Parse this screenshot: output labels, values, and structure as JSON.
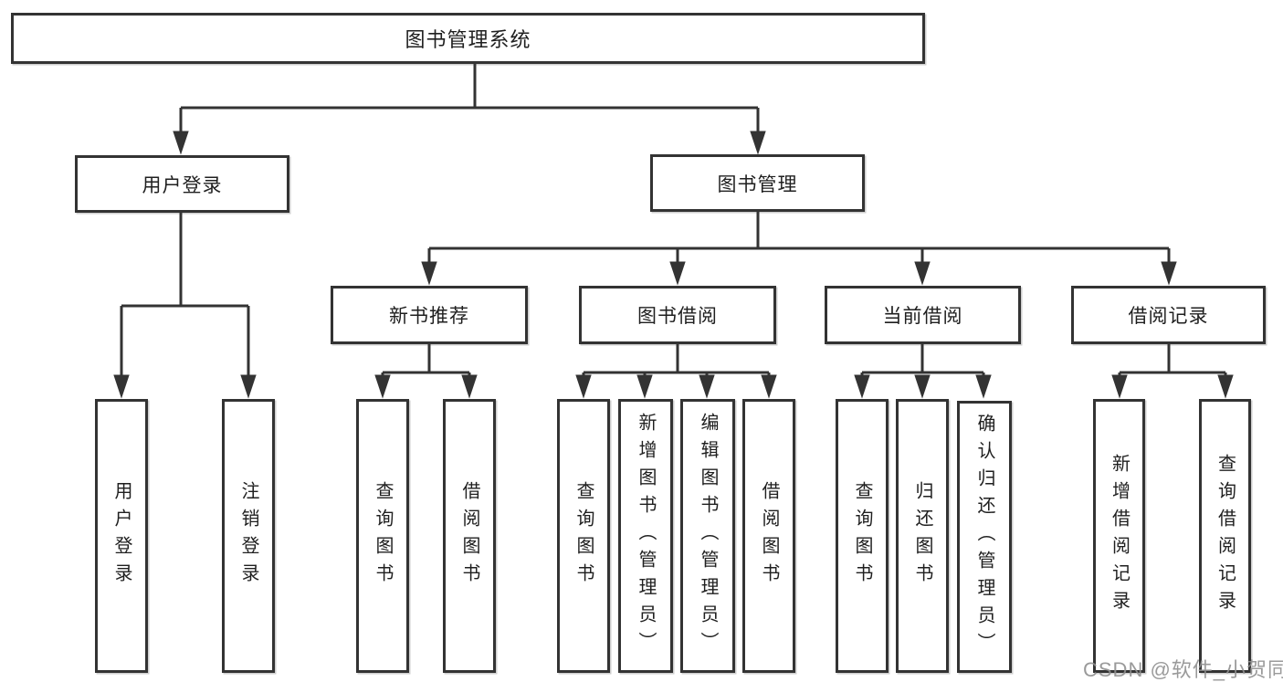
{
  "diagram_title": "图书管理系统",
  "watermark": "CSDN @软件_小贺同学",
  "colors": {
    "line": "#333333",
    "box_border": "#333333",
    "box_fill": "#ffffff",
    "text": "#1f1f1f",
    "watermark": "#8f8f8f",
    "background": "#ffffff"
  },
  "tree": {
    "label": "图书管理系统",
    "children": [
      {
        "label": "用户登录",
        "children": [
          {
            "label": "用户登录"
          },
          {
            "label": "注销登录"
          }
        ]
      },
      {
        "label": "图书管理",
        "children": [
          {
            "label": "新书推荐",
            "children": [
              {
                "label": "查询图书"
              },
              {
                "label": "借阅图书"
              }
            ]
          },
          {
            "label": "图书借阅",
            "children": [
              {
                "label": "查询图书"
              },
              {
                "label": "新增图书（管理员）"
              },
              {
                "label": "编辑图书（管理员）"
              },
              {
                "label": "借阅图书"
              }
            ]
          },
          {
            "label": "当前借阅",
            "children": [
              {
                "label": "查询图书"
              },
              {
                "label": "归还图书"
              },
              {
                "label": "确认归还（管理员）"
              }
            ]
          },
          {
            "label": "借阅记录",
            "children": [
              {
                "label": "新增借阅记录"
              },
              {
                "label": "查询借阅记录"
              }
            ]
          }
        ]
      }
    ]
  }
}
